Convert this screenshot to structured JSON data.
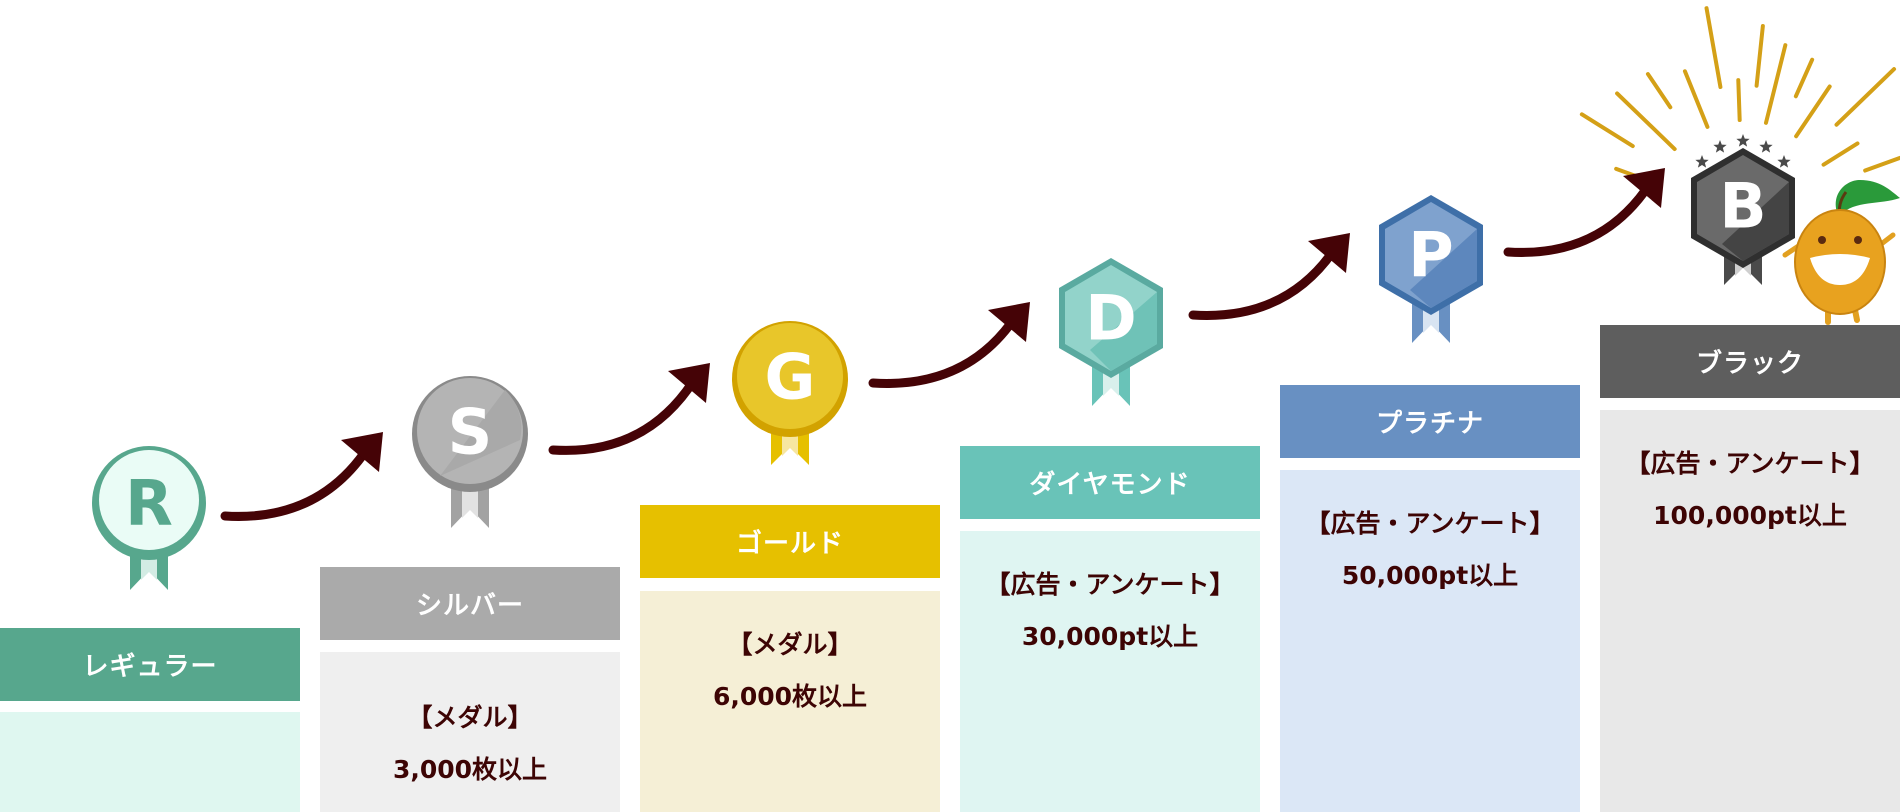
{
  "ranks": [
    {
      "key": "regular",
      "letter": "R",
      "name": "レギュラー",
      "lines": [],
      "color": "#57a78d",
      "body_color": "#dff7f0"
    },
    {
      "key": "silver",
      "letter": "S",
      "name": "シルバー",
      "lines": [
        "【メダル】",
        "3,000枚以上"
      ],
      "color": "#aaaaaa",
      "body_color": "#efefef"
    },
    {
      "key": "gold",
      "letter": "G",
      "name": "ゴールド",
      "lines": [
        "【メダル】",
        "6,000枚以上"
      ],
      "color": "#e6c000",
      "body_color": "#f5efd6"
    },
    {
      "key": "diamond",
      "letter": "D",
      "name": "ダイヤモンド",
      "lines": [
        "【広告・アンケート】",
        "30,000pt以上"
      ],
      "color": "#69c3b8",
      "body_color": "#dff5f2"
    },
    {
      "key": "platinum",
      "letter": "P",
      "name": "プラチナ",
      "lines": [
        "【広告・アンケート】",
        "50,000pt以上"
      ],
      "color": "#6890c2",
      "body_color": "#dbe7f6"
    },
    {
      "key": "black",
      "letter": "B",
      "name": "ブラック",
      "lines": [
        "【広告・アンケート】",
        "100,000pt以上"
      ],
      "color": "#5e5e5e",
      "body_color": "#e8e8e8"
    }
  ],
  "arrow_color": "#450306",
  "sunburst_color": "#d4a017"
}
